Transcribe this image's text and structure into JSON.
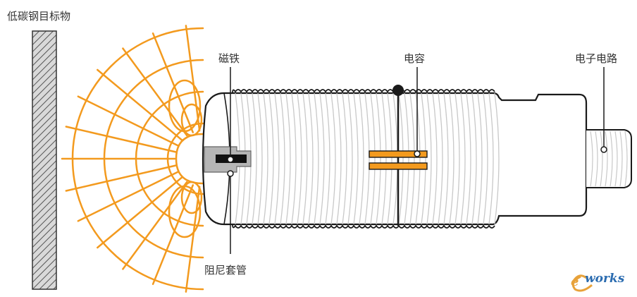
{
  "labels": {
    "target": "低碳钢目标物",
    "magnet": "磁铁",
    "capacitor": "电容",
    "circuit": "电子电路",
    "sleeve": "阻尼套管"
  },
  "logo": {
    "text": "works",
    "mark": "e"
  },
  "colors": {
    "field": "#f39a1e",
    "wall_fill": "#d9d9d9",
    "wall_hatch": "#555555",
    "body_outline": "#1a1a1a",
    "thread": "#c8c8c8",
    "magnet_holder": "#b5b5b5",
    "capacitor_plate": "#f39a1e",
    "logo_blue": "#2b6cb0",
    "logo_orange": "#e8a23a"
  }
}
